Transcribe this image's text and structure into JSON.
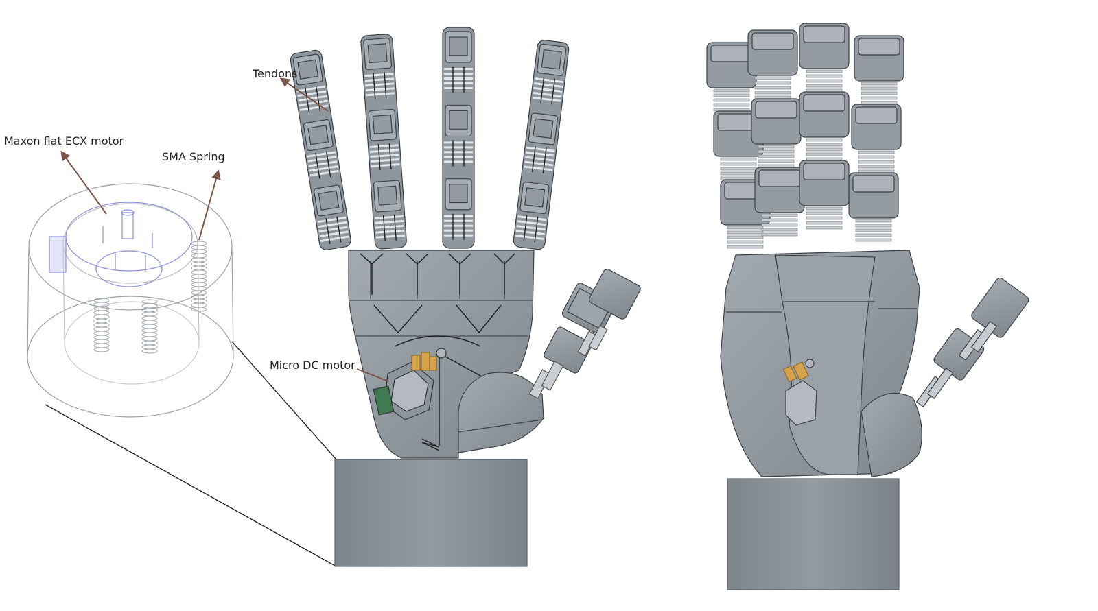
{
  "labels": {
    "tendons": "Tendons",
    "motor_flat": "Maxon flat ECX motor",
    "sma_spring": "SMA Spring",
    "micro_dc": "Micro DC motor"
  },
  "colors": {
    "metal": "#8f979e",
    "metal_dark": "#6f777e",
    "metal_light": "#b3b9be",
    "base": "#878e94",
    "arrow": "#7a5548",
    "accent_gold": "#d8a24a",
    "accent_green": "#3f7a52",
    "outline": "#3c4044",
    "motor_purple": "#8b8fd8"
  }
}
